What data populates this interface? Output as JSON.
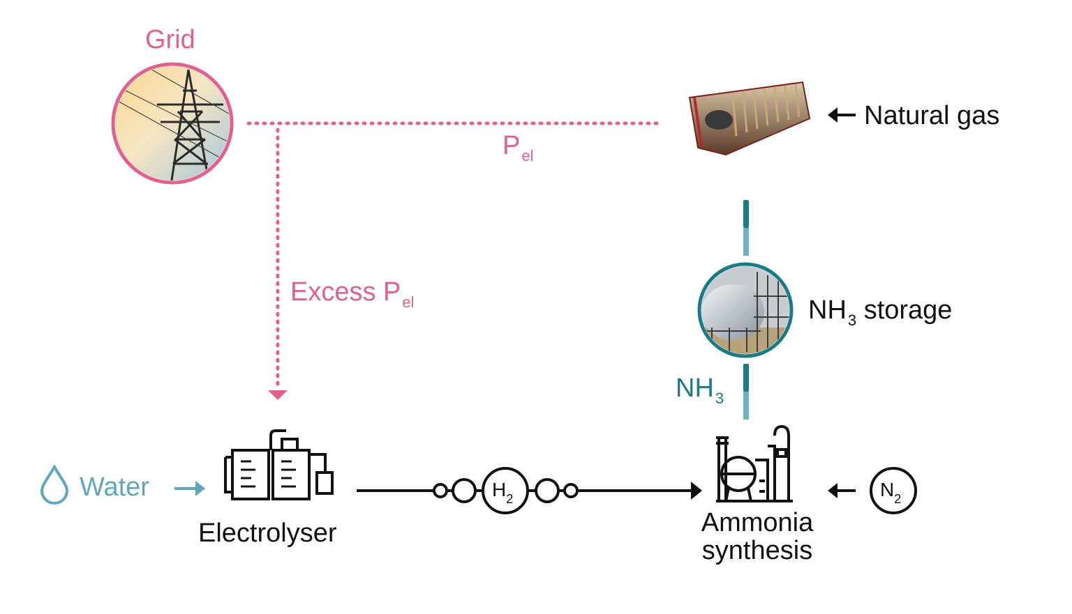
{
  "labels": {
    "grid": "Grid",
    "natural_gas": "Natural gas",
    "p_el_main": "P",
    "p_el_sub": "el",
    "excess_main": "Excess P",
    "excess_sub": "el",
    "nh3_storage_main": "NH",
    "nh3_storage_sub": "3",
    "nh3_storage_rest": " storage",
    "nh3_flow_main": "NH",
    "nh3_flow_sub": "3",
    "water": "Water",
    "electrolyser": "Electrolyser",
    "ammonia_line1": "Ammonia",
    "ammonia_line2": "synthesis",
    "h2_main": "H",
    "h2_sub": "2",
    "n2_main": "N",
    "n2_sub": "2"
  },
  "colors": {
    "pink": "#e2608e",
    "teal": "#1a7b86",
    "light_teal": "#6fb2c4",
    "water_blue": "#5fa7bd",
    "black": "#111111"
  },
  "icons": {
    "grid": "power-tower-photo",
    "turbine": "gas-turbine-cutaway",
    "storage": "nh3-storage-tank-photo",
    "water": "water-drop-icon",
    "electrolyser": "electrolyser-icon",
    "ammonia": "chemical-plant-icon"
  }
}
